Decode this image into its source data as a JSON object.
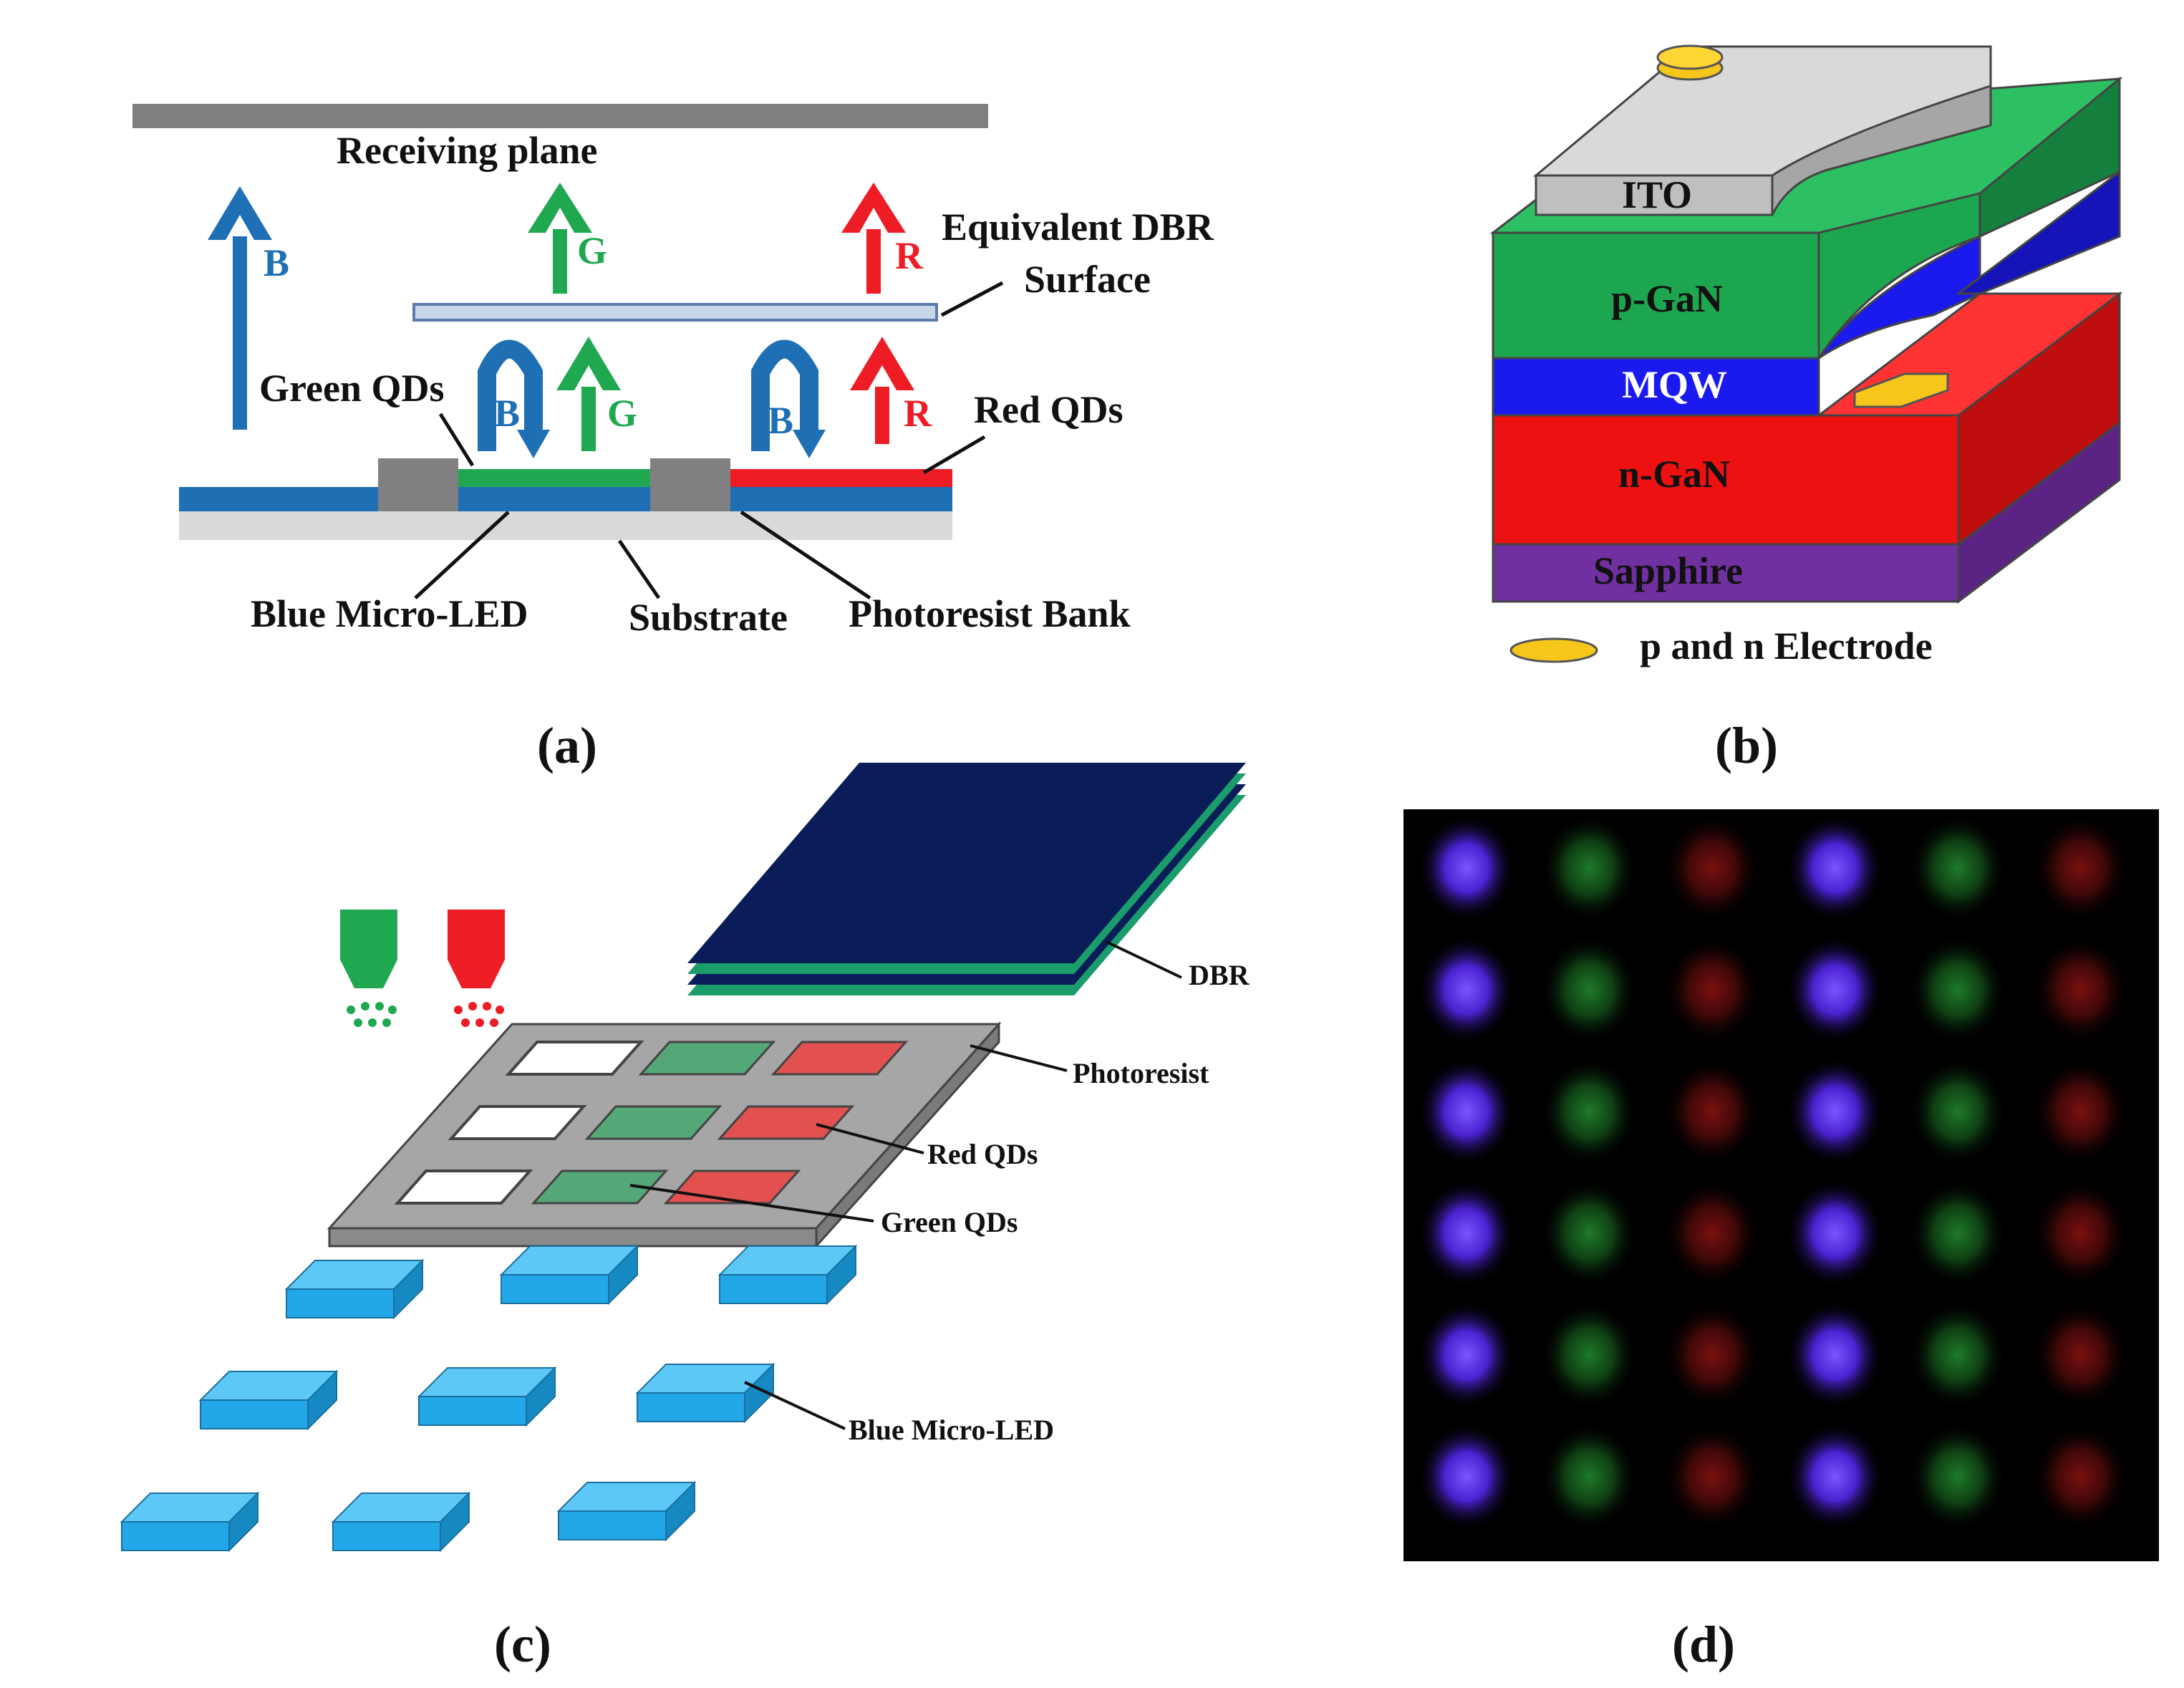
{
  "panel_a": {
    "caption": "(a)",
    "receiving_plane": "Receiving plane",
    "dbr_line1": "Equivalent DBR",
    "dbr_line2": "Surface",
    "green_qds": "Green QDs",
    "red_qds": "Red QDs",
    "blue_micro_led": "Blue Micro-LED",
    "substrate": "Substrate",
    "photoresist_bank": "Photoresist Bank",
    "arrow_b": "B",
    "arrow_g": "G",
    "arrow_r": "R"
  },
  "panel_b": {
    "caption": "(b)",
    "ito": "ITO",
    "p_gan": "p-GaN",
    "mqw": "MQW",
    "n_gan": "n-GaN",
    "sapphire": "Sapphire",
    "electrode_legend": "p and n Electrode"
  },
  "panel_c": {
    "caption": "(c)",
    "dbr": "DBR",
    "photoresist": "Photoresist",
    "red_qds": "Red QDs",
    "green_qds": "Green QDs",
    "blue_micro_led": "Blue Micro-LED"
  },
  "panel_d": {
    "caption": "(d)",
    "rows": 6,
    "column_colors": [
      "blue",
      "green",
      "red",
      "blue",
      "green",
      "red"
    ]
  },
  "colors": {
    "blue_arrow": "#1f6fb5",
    "green_arrow": "#1fa84f",
    "red_arrow": "#ee1c25",
    "p_gan": "#1da650",
    "mqw": "#1a1aef",
    "n_gan": "#ee1111",
    "sapphire": "#7030a0",
    "ito": "#bfbfbf",
    "electrode": "#f7c61a",
    "dbr_dark": "#0b1d58",
    "micro_led": "#22a7e8",
    "photoresist": "#a6a6a6"
  }
}
